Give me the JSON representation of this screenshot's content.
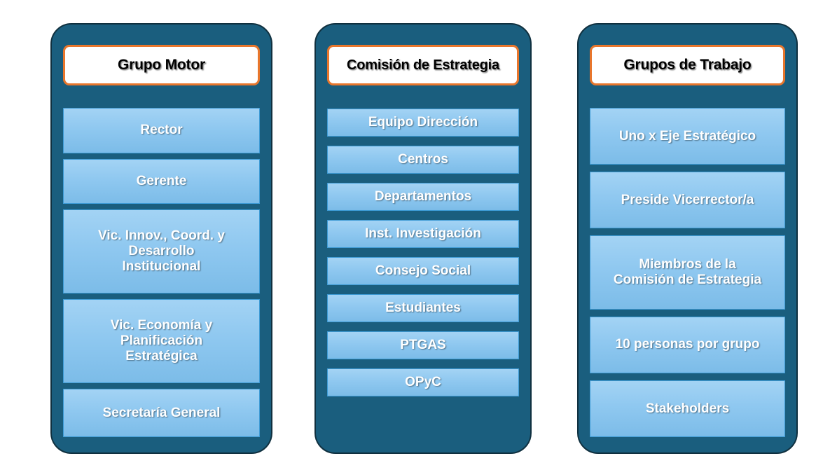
{
  "diagram": {
    "type": "governance-structure",
    "background_color": "#FFFFFF",
    "colors": {
      "container_fill": "#1A5E7E",
      "container_border": "#10303F",
      "header_fill": "#FFFFFF",
      "header_border": "#E8762C",
      "item_fill_top": "#A3D3F4",
      "item_fill_bottom": "#7CBCE8",
      "item_border": "#3E9BD5",
      "item_text": "#FFFFFF",
      "header_text": "#000000"
    },
    "columns": [
      {
        "id": "grupo-motor",
        "header": "Grupo Motor",
        "items": [
          {
            "label": "Rector"
          },
          {
            "label": "Gerente"
          },
          {
            "label": "Vic. Innov., Coord. y\nDesarrollo\nInstitucional"
          },
          {
            "label": "Vic. Economía y\nPlanificación\nEstratégica"
          },
          {
            "label": "Secretaría General"
          }
        ]
      },
      {
        "id": "comision-de-estrategia",
        "header": "Comisión de Estrategia",
        "items": [
          {
            "label": "Equipo Dirección"
          },
          {
            "label": "Centros"
          },
          {
            "label": "Departamentos"
          },
          {
            "label": "Inst. Investigación"
          },
          {
            "label": "Consejo Social"
          },
          {
            "label": "Estudiantes"
          },
          {
            "label": "PTGAS"
          },
          {
            "label": "OPyC"
          }
        ]
      },
      {
        "id": "grupos-de-trabajo",
        "header": "Grupos de Trabajo",
        "items": [
          {
            "label": "Uno x Eje Estratégico"
          },
          {
            "label": "Preside Vicerrector/a"
          },
          {
            "label": "Miembros de la\nComisión de Estrategia"
          },
          {
            "label": "10 personas por grupo"
          },
          {
            "label": "Stakeholders"
          }
        ]
      }
    ]
  }
}
